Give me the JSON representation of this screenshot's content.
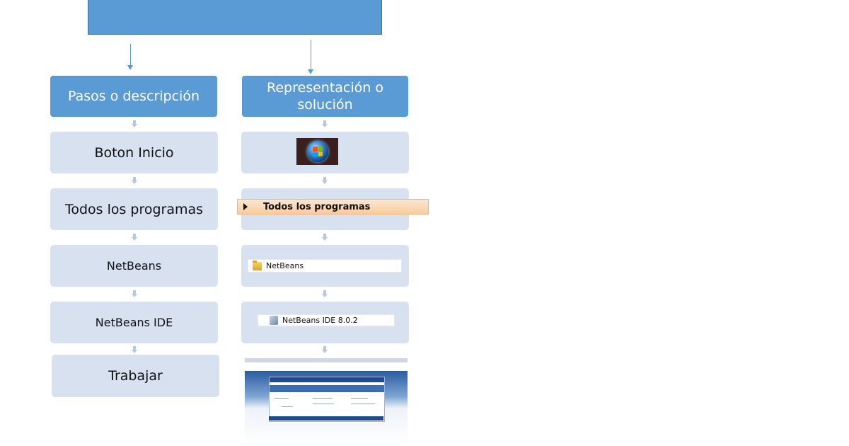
{
  "left_column": {
    "header": "Pasos o descripción",
    "steps": [
      "Boton Inicio",
      "Todos los programas",
      "NetBeans",
      "NetBeans IDE",
      "Trabajar"
    ]
  },
  "right_column": {
    "header": "Representación o solución",
    "menu_item_label": "Todos los programas",
    "folder_label": "NetBeans",
    "app_label": "NetBeans IDE 8.0.2"
  },
  "icons": {
    "start": "windows-start-orb-icon",
    "submenu_arrow": "triangle-right-icon",
    "folder": "folder-icon",
    "app": "netbeans-cube-icon"
  },
  "colors": {
    "header_fill": "#5b9bd5",
    "step_fill": "#d7e1ef",
    "arrow": "#5b9bd5",
    "menu_highlight": "#f8cc9e"
  }
}
